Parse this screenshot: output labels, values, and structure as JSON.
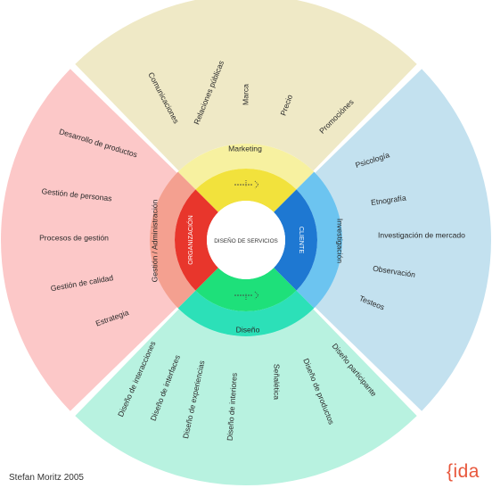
{
  "center": {
    "label": "DISEÑO DE SERVICIOS"
  },
  "inner_ring": {
    "top": {
      "color": "#f2e23c"
    },
    "right": {
      "label": "CLIENTE",
      "color": "#1e78d2"
    },
    "bottom": {
      "color": "#1ee07a"
    },
    "left": {
      "label": "ORGANIZACIÓN",
      "color": "#e8362c"
    }
  },
  "middle_ring": {
    "top": {
      "label": "Marketing",
      "color": "#f7f1a0"
    },
    "right": {
      "label": "Investigación",
      "color": "#6cc4f0"
    },
    "bottom": {
      "label": "Diseño",
      "color": "#2ce0b8"
    },
    "left": {
      "label": "Gestión / Administración",
      "color": "#f4a090"
    }
  },
  "outer_ring": {
    "top": {
      "color": "#efe9c6",
      "items": [
        "Comunicaciones",
        "Relaciones públicas",
        "Marca",
        "Precio",
        "Promociónes"
      ]
    },
    "right": {
      "color": "#c3e1ef",
      "items": [
        "Psicología",
        "Etnografía",
        "Investigación de mercado",
        "Observación",
        "Testeos"
      ]
    },
    "bottom": {
      "color": "#b8f2e0",
      "items": [
        "Diseño de interacciones",
        "Diseño de interfaces",
        "Diseño de experiencias",
        "Diseño de interiores",
        "Señalética",
        "Diseño de productos",
        "Diseño participante"
      ]
    },
    "left": {
      "color": "#fcc8c8",
      "items": [
        "Desarrollo de productos",
        "Gestión de personas",
        "Procesos de gestión",
        "Gestión de calidad",
        "Estrategia"
      ]
    }
  },
  "credit": {
    "author": "Stefan Moritz 2005",
    "logo": "{ida",
    "logo_color": "#e8573c"
  }
}
